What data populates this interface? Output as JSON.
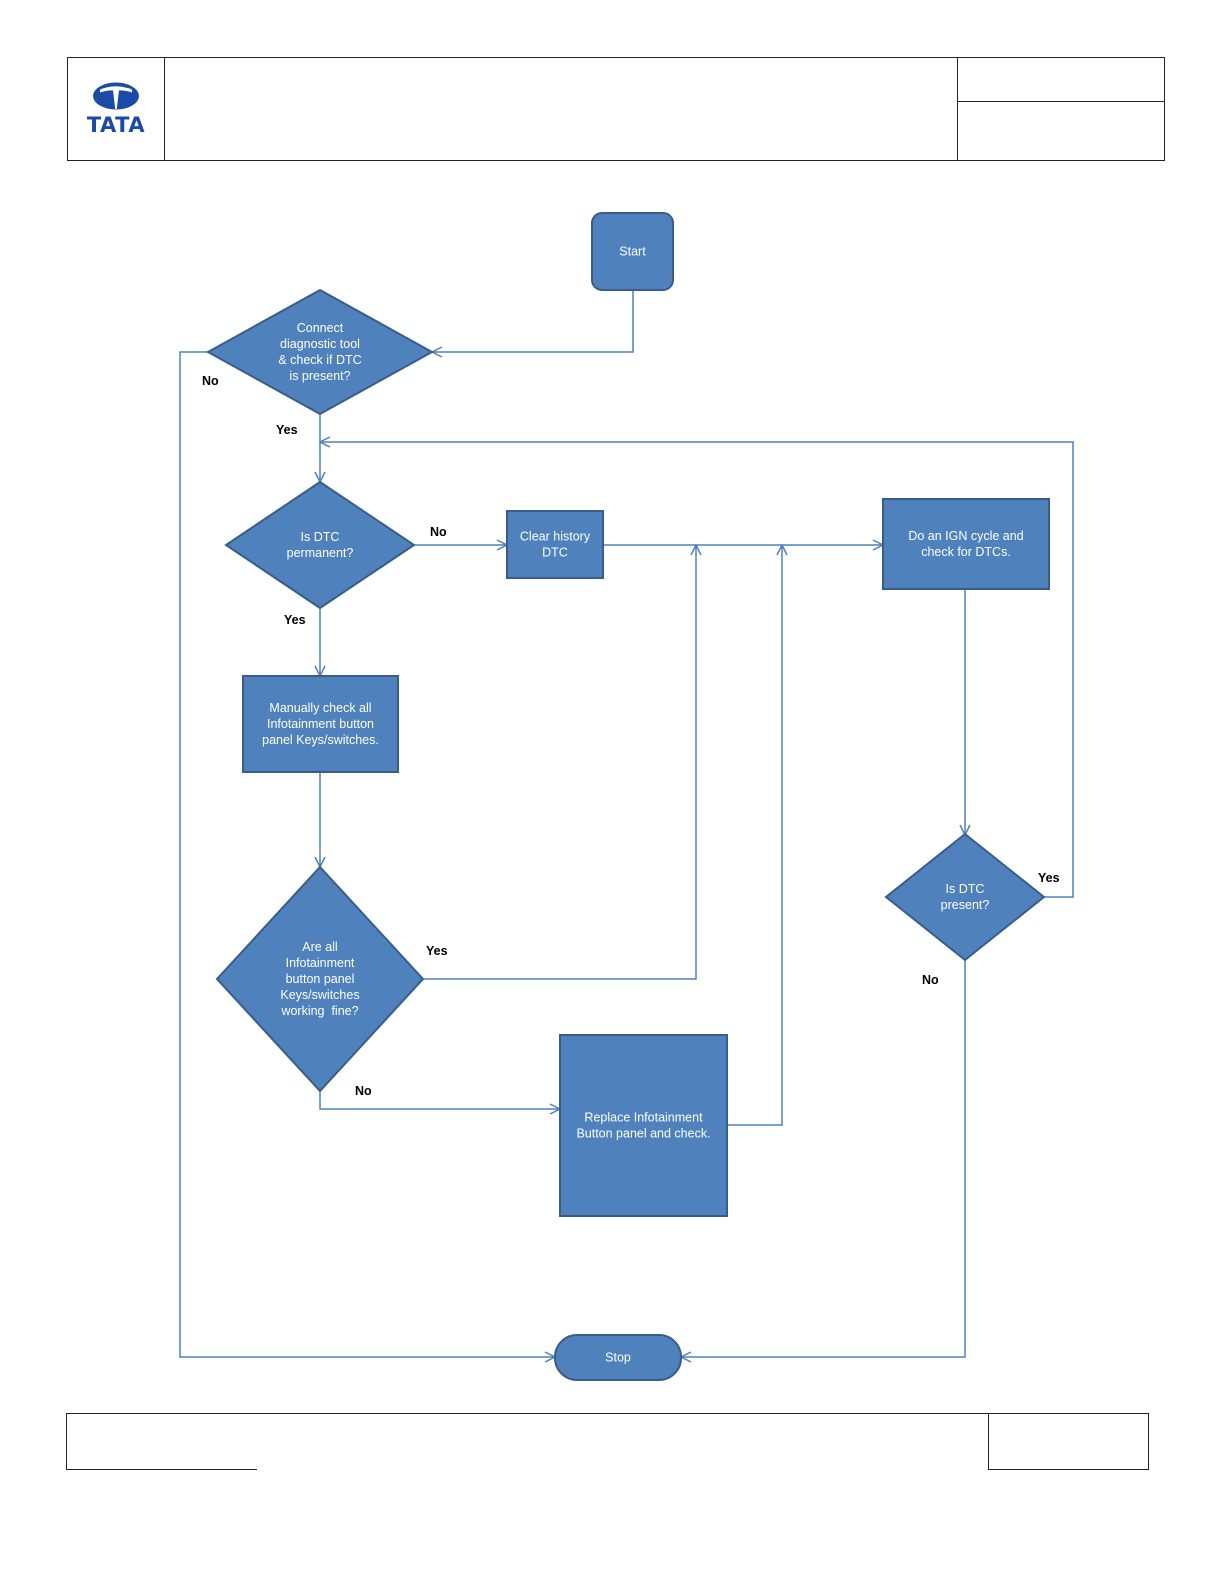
{
  "header": {
    "logo": {
      "text": "TATA",
      "icon": "tata-emblem-icon"
    },
    "title": "",
    "doc_no": "",
    "revision": ""
  },
  "footer": {
    "left": "",
    "center": "",
    "right": ""
  },
  "colors": {
    "node_fill": "#4f81bd",
    "node_stroke": "#385d8a",
    "connector": "#4f81bd",
    "logo": "#1c4aa8"
  },
  "flowchart": {
    "nodes": [
      {
        "id": "start",
        "type": "terminal",
        "lines": [
          "Start"
        ]
      },
      {
        "id": "connect",
        "type": "decision",
        "lines": [
          "Connect",
          "diagnostic tool",
          "& check if DTC",
          "is present?"
        ]
      },
      {
        "id": "permanent",
        "type": "decision",
        "lines": [
          "Is DTC",
          "permanent?"
        ]
      },
      {
        "id": "clear",
        "type": "process",
        "lines": [
          "Clear history",
          "DTC"
        ]
      },
      {
        "id": "ign",
        "type": "process",
        "lines": [
          "Do an IGN cycle and",
          "check for DTCs."
        ]
      },
      {
        "id": "manual",
        "type": "process",
        "lines": [
          "Manually check all",
          "Infotainment button",
          "panel Keys/switches."
        ]
      },
      {
        "id": "working",
        "type": "decision",
        "lines": [
          "Are all",
          "Infotainment",
          "button panel",
          "Keys/switches",
          "working  fine?"
        ]
      },
      {
        "id": "present",
        "type": "decision",
        "lines": [
          "Is DTC",
          "present?"
        ]
      },
      {
        "id": "replace",
        "type": "process",
        "lines": [
          "Replace Infotainment",
          "Button panel and check."
        ]
      },
      {
        "id": "stop",
        "type": "terminal",
        "lines": [
          "Stop"
        ]
      }
    ],
    "edge_labels": [
      {
        "id": "connect-no",
        "text": "No"
      },
      {
        "id": "connect-yes",
        "text": "Yes"
      },
      {
        "id": "permanent-no",
        "text": "No"
      },
      {
        "id": "permanent-yes",
        "text": "Yes"
      },
      {
        "id": "working-yes",
        "text": "Yes"
      },
      {
        "id": "working-no",
        "text": "No"
      },
      {
        "id": "present-yes",
        "text": "Yes"
      },
      {
        "id": "present-no",
        "text": "No"
      }
    ]
  }
}
